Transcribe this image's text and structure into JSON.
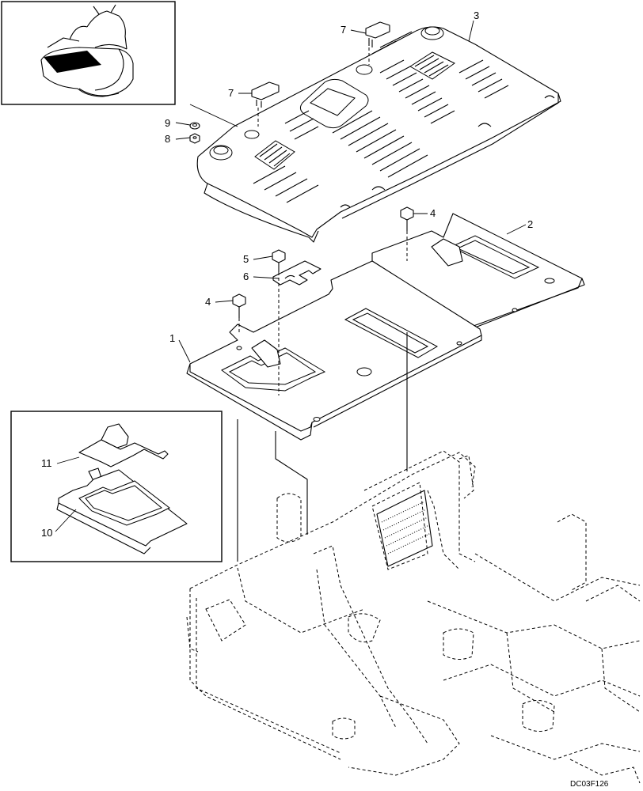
{
  "callouts": {
    "c1": "1",
    "c2": "2",
    "c3": "3",
    "c4a": "4",
    "c4b": "4",
    "c5": "5",
    "c6": "6",
    "c7a": "7",
    "c7b": "7",
    "c8": "8",
    "c9": "9",
    "c10": "10",
    "c11": "11"
  },
  "drawing_code": "DC03F126"
}
